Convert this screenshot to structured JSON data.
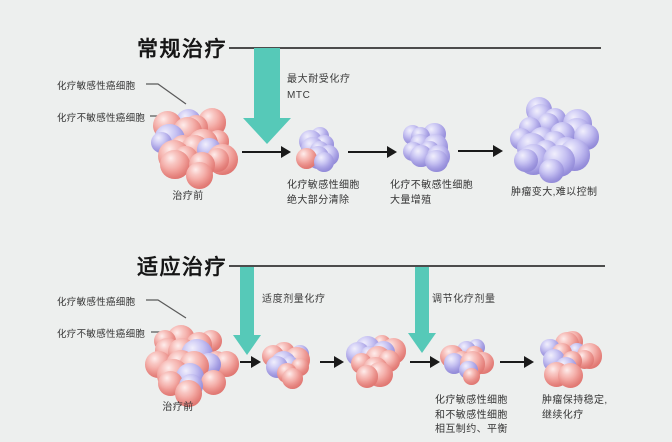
{
  "colors": {
    "background": "#edefee",
    "teal": "#56c9b8",
    "sensitive_cell_pink": "#f2a19b",
    "insensitive_cell_purple": "#b5afec",
    "line": "#4c4c4c",
    "text": "#353535"
  },
  "sections": [
    {
      "id": "conventional",
      "title": "常规治疗",
      "legend": {
        "sensitive": "化疗敏感性癌细胞",
        "insensitive": "化疗不敏感性癌细胞"
      },
      "treatments": [
        {
          "label": "最大耐受化疗\nMTC"
        }
      ],
      "stages": [
        {
          "caption": "治疗前",
          "cells": "pink-dominant",
          "size": "large"
        },
        {
          "caption": "化疗敏感性细胞\n绝大部分清除",
          "cells": "purple-one-pink",
          "size": "small"
        },
        {
          "caption": "化疗不敏感性细胞\n大量增殖",
          "cells": "all-purple",
          "size": "small"
        },
        {
          "caption": "肿瘤变大,难以控制",
          "cells": "all-purple",
          "size": "large"
        }
      ]
    },
    {
      "id": "adaptive",
      "title": "适应治疗",
      "legend": {
        "sensitive": "化疗敏感性癌细胞",
        "insensitive": "化疗不敏感性癌细胞"
      },
      "treatments": [
        {
          "label": "适度剂量化疗"
        },
        {
          "label": "调节化疗剂量"
        }
      ],
      "stages": [
        {
          "caption": "治疗前",
          "cells": "pink-dominant",
          "size": "large"
        },
        {
          "caption": "",
          "cells": "balanced",
          "size": "small"
        },
        {
          "caption": "",
          "cells": "balanced",
          "size": "medium"
        },
        {
          "caption": "化疗敏感性细胞\n和不敏感性细胞\n相互制约、平衡",
          "cells": "balanced",
          "size": "small"
        },
        {
          "caption": "肿瘤保持稳定,\n继续化疗",
          "cells": "balanced",
          "size": "medium"
        }
      ]
    }
  ]
}
